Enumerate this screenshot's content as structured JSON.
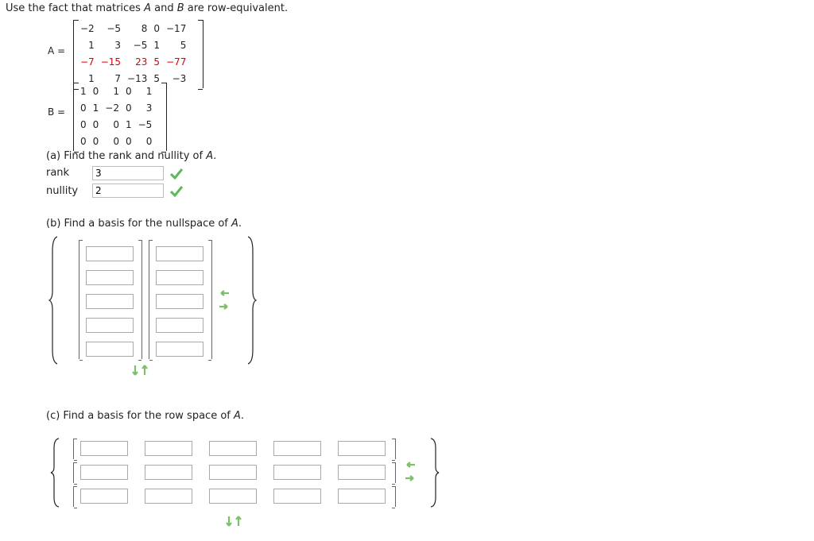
{
  "prompt": {
    "prefix": "Use the fact that matrices ",
    "a": "A",
    "and": " and ",
    "b": "B",
    "suffix": " are row-equivalent."
  },
  "matrix_a": {
    "label": "A =",
    "rows": [
      [
        "−2",
        "−5",
        "8",
        "0",
        "−17"
      ],
      [
        "1",
        "3",
        "−5",
        "1",
        "5"
      ],
      [
        "−7",
        "−15",
        "23",
        "5",
        "−77"
      ],
      [
        "1",
        "7",
        "−13",
        "5",
        "−3"
      ]
    ],
    "highlight_row": 2,
    "highlight_color": "#dd0000"
  },
  "matrix_b": {
    "label": "B =",
    "rows": [
      [
        "1",
        "0",
        "1",
        "0",
        "1"
      ],
      [
        "0",
        "1",
        "−2",
        "0",
        "3"
      ],
      [
        "0",
        "0",
        "0",
        "1",
        "−5"
      ],
      [
        "0",
        "0",
        "0",
        "0",
        "0"
      ]
    ]
  },
  "part_a": {
    "question_prefix": "(a) Find the rank and nullity of ",
    "question_var": "A",
    "question_suffix": ".",
    "rank_label": "rank",
    "rank_value": "3",
    "nullity_label": "nullity",
    "nullity_value": "2"
  },
  "part_b": {
    "question_prefix": "(b) Find a basis for the nullspace of ",
    "question_var": "A",
    "question_suffix": "."
  },
  "part_c": {
    "question_prefix": "(c) Find a basis for the row space of ",
    "question_var": "A",
    "question_suffix": "."
  },
  "colors": {
    "check_green": "#5cb85c",
    "arrow_green": "#7cc06a"
  },
  "icons": {
    "check": "check-icon",
    "add_remove_vector": "arrow-left-right-icon",
    "add_remove_component": "arrow-down-up-icon"
  }
}
